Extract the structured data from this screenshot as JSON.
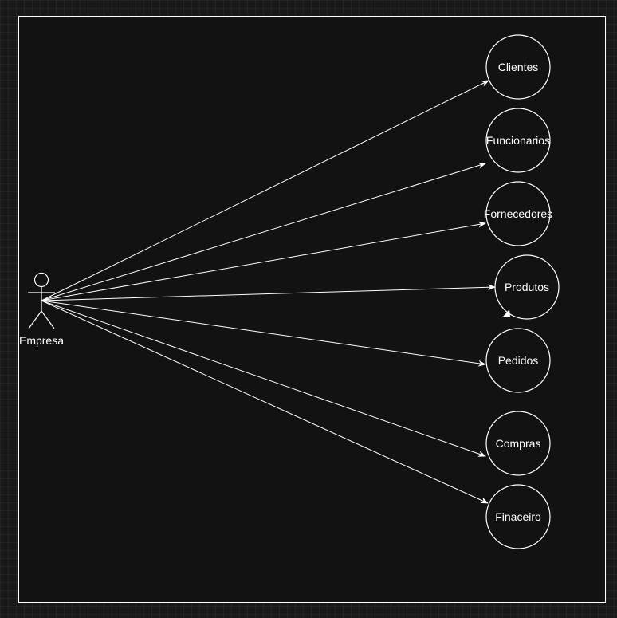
{
  "diagram": {
    "actor": {
      "label": "Empresa"
    },
    "use_cases": [
      {
        "label": "Clientes"
      },
      {
        "label": "Funcionarios"
      },
      {
        "label": "Fornecedores"
      },
      {
        "label": "Produtos"
      },
      {
        "label": "Pedidos"
      },
      {
        "label": "Compras"
      },
      {
        "label": "Finaceiro"
      }
    ]
  },
  "colors": {
    "background": "#181818",
    "frame_fill": "#121212",
    "stroke": "#ffffff",
    "text": "#ffffff",
    "grid": "#232323"
  }
}
